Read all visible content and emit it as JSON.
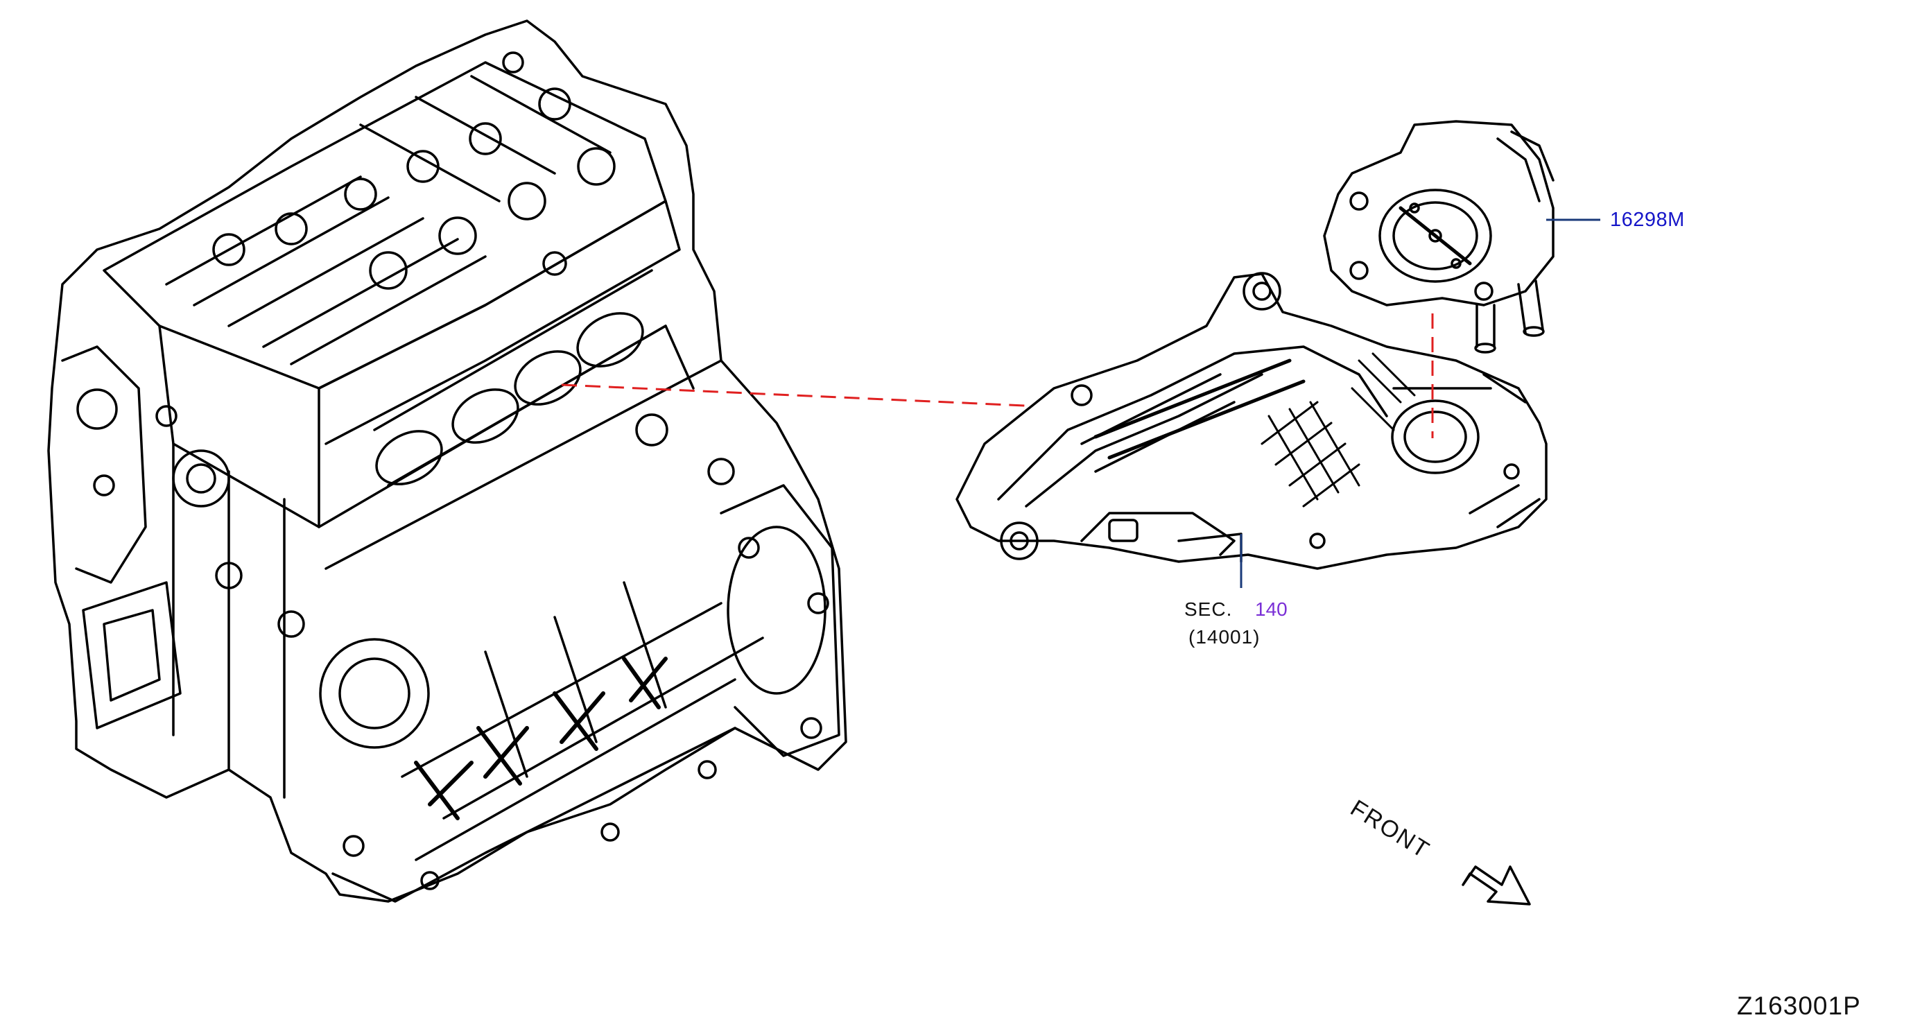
{
  "callouts": {
    "throttle_body": {
      "part_number": "16298M"
    },
    "intake_manifold": {
      "section_prefix": "SEC.",
      "section_number": "140",
      "sub_part": "(14001)"
    }
  },
  "front_indicator": {
    "label": "FRONT",
    "icon": "arrow-down-right-icon"
  },
  "diagram_id": "Z163001P",
  "colors": {
    "part_number_link": "#1515c8",
    "section_link": "#7a2fd6",
    "leader_line": "#1a3a7a",
    "dashed_guide": "#e02020",
    "line_art": "#000000"
  }
}
